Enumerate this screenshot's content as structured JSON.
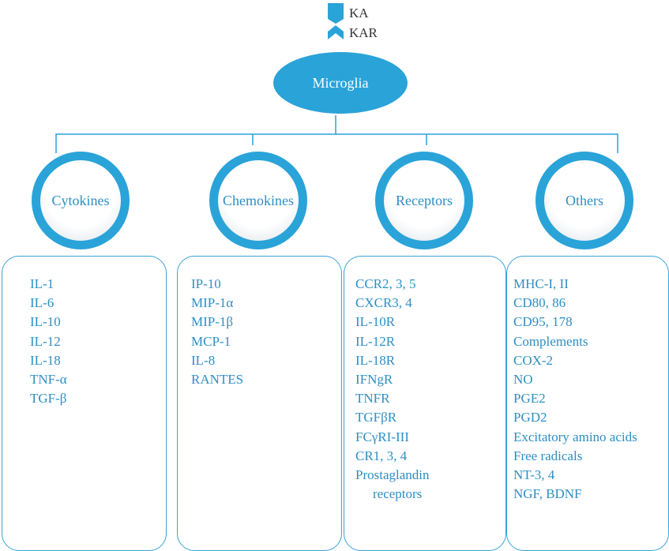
{
  "top": {
    "ligand_label": "KA",
    "receptor_label": "KAR",
    "center_label": "Microglia"
  },
  "categories": [
    {
      "label": "Cytokines",
      "items": [
        "IL-1",
        "IL-6",
        "IL-10",
        "IL-12",
        "IL-18",
        "TNF-α",
        "TGF-β"
      ]
    },
    {
      "label": "Chemokines",
      "items": [
        "IP-10",
        "MIP-1α",
        "MIP-1β",
        "MCP-1",
        "IL-8",
        "RANTES"
      ]
    },
    {
      "label": "Receptors",
      "items": [
        "CCR2, 3, 5",
        "CXCR3, 4",
        "IL-10R",
        "IL-12R",
        "IL-18R",
        "IFNgR",
        "TNFR",
        "TGFβR",
        "FCγRI-III",
        "CR1, 3, 4",
        "Prostaglandin",
        "receptors"
      ]
    },
    {
      "label": "Others",
      "items": [
        "MHC-I, II",
        "CD80, 86",
        "CD95, 178",
        "Complements",
        "COX-2",
        "NO",
        "PGE2",
        "PGD2",
        "Excitatory amino acids",
        "Free radicals",
        "NT-3, 4",
        "NGF, BDNF"
      ]
    }
  ],
  "colors": {
    "primary": "#2aa3d8",
    "text": "#2d8fc4",
    "label_dark": "#333333"
  }
}
